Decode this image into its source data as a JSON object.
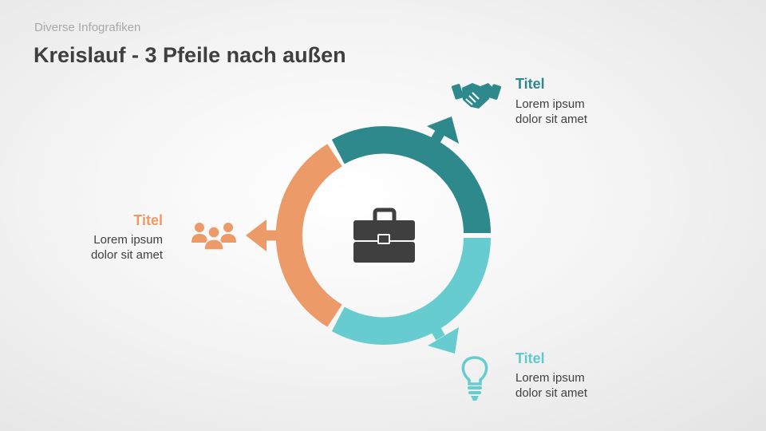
{
  "header": {
    "subtitle": "Diverse Infografiken",
    "title": "Kreislauf - 3 Pfeile nach außen"
  },
  "colors": {
    "dark_teal": "#2e898c",
    "light_teal": "#66cccf",
    "orange": "#ec9a68",
    "icon_dark": "#3f3f3f"
  },
  "items": [
    {
      "title": "Titel",
      "line1": "Lorem ipsum",
      "line2": "dolor sit amet",
      "icon": "handshake-icon",
      "color": "#2e898c"
    },
    {
      "title": "Titel",
      "line1": "Lorem ipsum",
      "line2": "dolor sit amet",
      "icon": "lightbulb-icon",
      "color": "#66cccf"
    },
    {
      "title": "Titel",
      "line1": "Lorem ipsum",
      "line2": "dolor sit amet",
      "icon": "people-group-icon",
      "color": "#ec9a68"
    }
  ],
  "center": {
    "icon": "briefcase-icon"
  }
}
